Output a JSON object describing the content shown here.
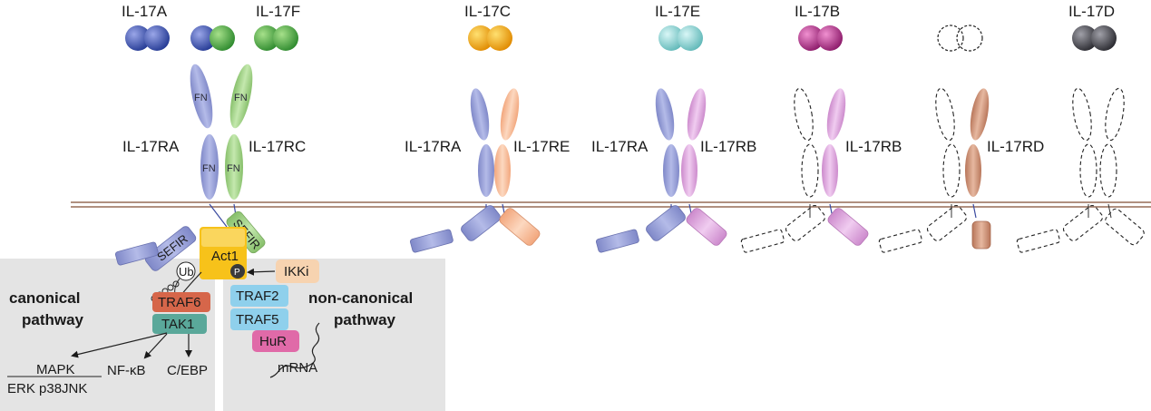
{
  "ligands": [
    {
      "label": "IL-17A",
      "color": "#4a5cb0"
    },
    {
      "label": "IL-17F",
      "color": "#4aa64a"
    },
    {
      "label": "IL-17C",
      "color": "#f2a80c"
    },
    {
      "label": "IL-17E",
      "color": "#7fd0d0"
    },
    {
      "label": "IL-17B",
      "color": "#b0308a"
    },
    {
      "label": "IL-17D",
      "color": "#44444c"
    }
  ],
  "receptors": {
    "rec1_left": "IL-17RA",
    "rec1_right": "IL-17RC",
    "rec2_left": "IL-17RA",
    "rec2_right": "IL-17RE",
    "rec3_left": "IL-17RA",
    "rec3_right": "IL-17RB",
    "rec4_right": "IL-17RB",
    "rec5_right": "IL-17RD"
  },
  "domains": {
    "fn": "FN",
    "sefir": "SEFIR"
  },
  "signaling": {
    "act1": "Act1",
    "ub": "Ub",
    "p": "P",
    "ikki": "IKKi",
    "traf6": "TRAF6",
    "tak1": "TAK1",
    "traf2": "TRAF2",
    "traf5": "TRAF5",
    "hur": "HuR",
    "mrna": "mRNA",
    "mapk": "MAPK",
    "erk": "ERK p38JNK",
    "nfkb": "NF-κB",
    "cebp": "C/EBP",
    "canonical_line1": "canonical",
    "canonical_line2": "pathway",
    "noncanonical_line1": "non-canonical",
    "noncanonical_line2": "pathway"
  },
  "colors": {
    "ra": "#8d95d0",
    "rc": "#9ccc7e",
    "re": "#f6b892",
    "rb": "#d8a0d8",
    "rd": "#c98a6e",
    "membrane": "#b09080",
    "panel": "#e4e4e4",
    "act1": "#f7c21a",
    "ikki": "#f7d3b0",
    "traf6": "#d6664a",
    "tak1": "#5aa89a",
    "traf25": "#8fd0ec",
    "hur": "#e06aa8"
  }
}
